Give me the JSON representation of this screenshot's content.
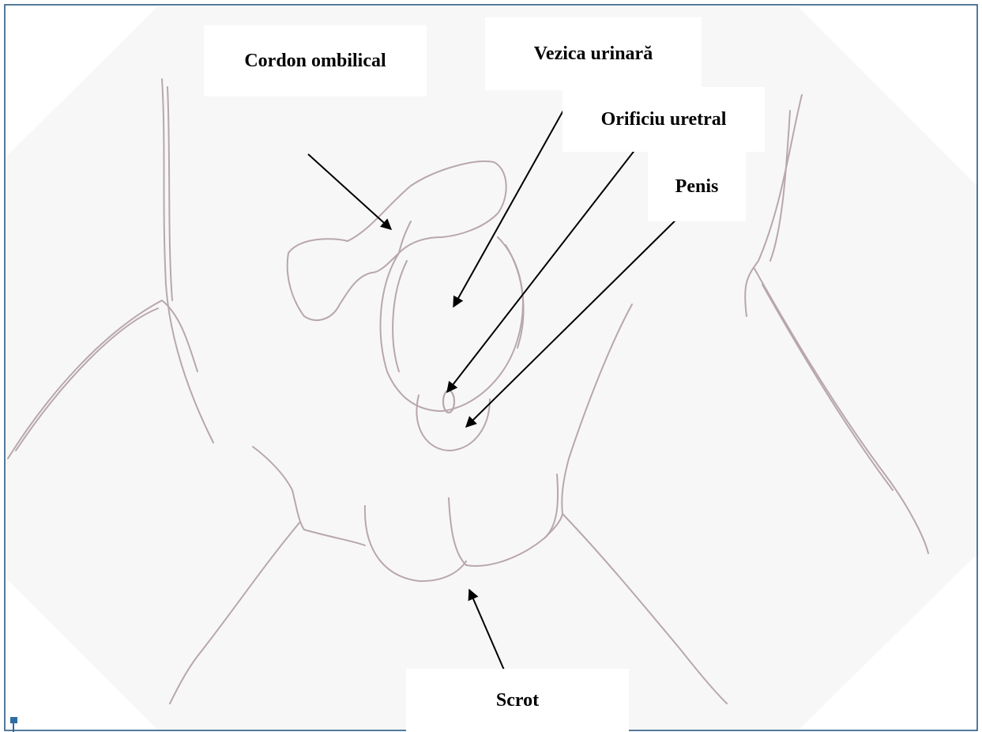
{
  "labels": {
    "cordon": "Cordon ombilical",
    "vezica": "Vezica urinară",
    "orificiu": "Orificiu uretral",
    "penis": "Penis",
    "scrot": "Scrot"
  },
  "colors": {
    "frame": "#1f4e79",
    "sketch": "#b8a7ad",
    "arrow": "#000000",
    "background": "#f7f7f7"
  }
}
